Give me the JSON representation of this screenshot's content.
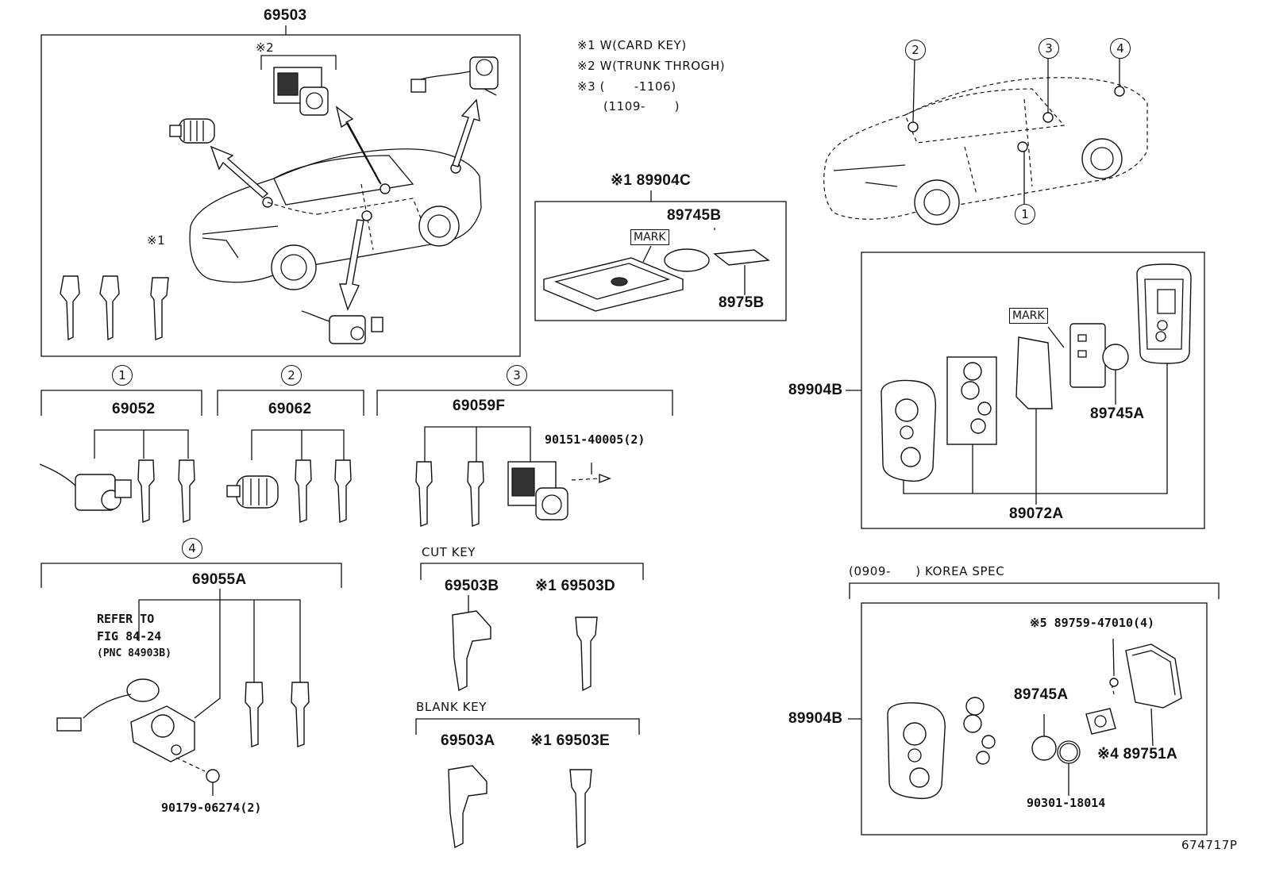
{
  "notes": {
    "n1": "※1 W(CARD KEY)",
    "n2": "※2 W(TRUNK THROGH)",
    "n3a": "※3 (　　 -1106)",
    "n3b": "(1109-　　 )"
  },
  "callouts": {
    "c1": "1",
    "c2": "2",
    "c3": "3",
    "c4": "4"
  },
  "parts": {
    "p69503": "69503",
    "mk2": "※2",
    "mk1": "※1",
    "p89904C": "※1 89904C",
    "p89745B": "89745B",
    "p8975B": "8975B",
    "mark1": "MARK",
    "mark2": "MARK",
    "p69052": "69052",
    "p69062": "69062",
    "p69059F": "69059F",
    "p90151": "90151-40005(2)",
    "p69055A": "69055A",
    "refer1": "REFER TO",
    "refer2": "FIG 84-24",
    "refer3": "(PNC 84903B)",
    "p90179": "90179-06274(2)",
    "cutKey": "CUT KEY",
    "p69503B": "69503B",
    "p69503D": "※1 69503D",
    "blankKey": "BLANK KEY",
    "p69503A": "69503A",
    "p69503E": "※1 69503E",
    "p89904B_1": "89904B",
    "p89745A_1": "89745A",
    "p89072A": "89072A",
    "korea": "(0909-　　) KOREA SPEC",
    "p89904B_2": "89904B",
    "p89759": "※5 89759-47010(4)",
    "p89745A_2": "89745A",
    "p89751A": "※4 89751A",
    "p90301": "90301-18014",
    "figure_id": "674717P"
  }
}
